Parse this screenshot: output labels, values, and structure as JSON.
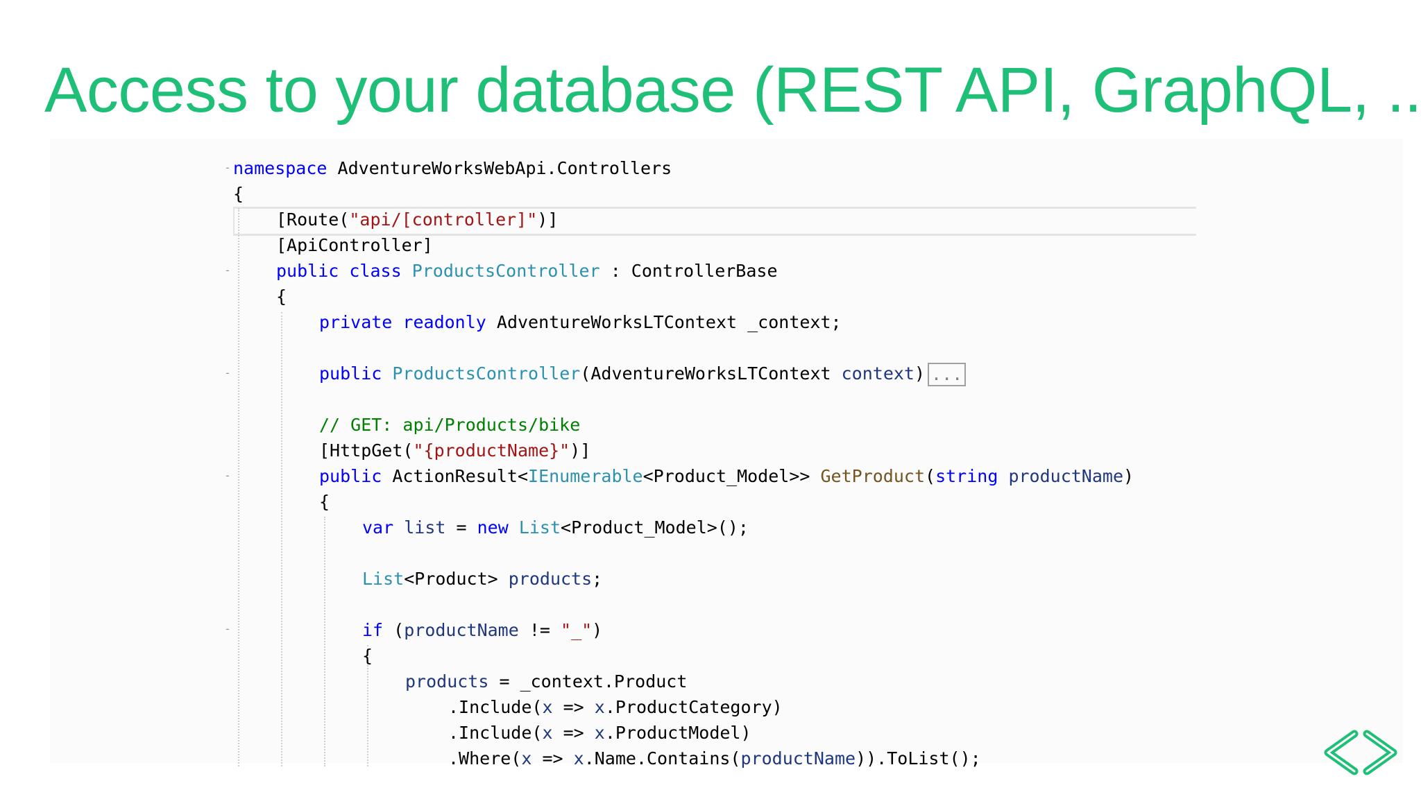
{
  "slide": {
    "title": "Access to your database (REST API, GraphQL, ...)"
  },
  "logo": {
    "icon": "code-brackets-logo",
    "color": "#1fbf78"
  },
  "code": {
    "l1": {
      "kw": "namespace",
      "rest": " AdventureWorksWebApi.Controllers"
    },
    "l2": {
      "text": "{"
    },
    "l3": {
      "a": "[Route(",
      "s": "\"api/[controller]\"",
      "b": ")]"
    },
    "l4": {
      "text": "[ApiController]"
    },
    "l5": {
      "kw1": "public",
      "kw2": "class",
      "type": "ProductsController",
      "rest": " : ControllerBase"
    },
    "l6": {
      "text": "{"
    },
    "l7": {
      "kw1": "private",
      "kw2": "readonly",
      "rest": " AdventureWorksLTContext _context;"
    },
    "l8": {
      "kw": "public",
      "type": "ProductsController",
      "a": "(AdventureWorksLTContext ",
      "par": "context",
      "b": ")",
      "collapsed": "..."
    },
    "l9": {
      "comment": "// GET: api/Products/bike"
    },
    "l10": {
      "a": "[HttpGet(",
      "s": "\"{productName}\"",
      "b": ")]"
    },
    "l11": {
      "kw": "public",
      "a": " ActionResult<",
      "type": "IEnumerable",
      "b": "<Product_Model>> ",
      "method": "GetProduct",
      "c": "(",
      "kw2": "string",
      "par": "productName",
      "d": ")"
    },
    "l12": {
      "text": "{"
    },
    "l13": {
      "kw": "var",
      "par": "list",
      "a": " = ",
      "kw2": "new",
      "type": "List",
      "b": "<Product_Model>();"
    },
    "l14": {
      "type": "List",
      "a": "<Product> ",
      "par": "products",
      "b": ";"
    },
    "l15": {
      "kw": "if",
      "a": " (",
      "par": "productName",
      "b": " != ",
      "s": "\"_\"",
      "c": ")"
    },
    "l16": {
      "text": "{"
    },
    "l17": {
      "par": "products",
      "a": " = _context.Product"
    },
    "l18": {
      "a": ".Include(",
      "p1": "x",
      "b": " => ",
      "p2": "x",
      "c": ".ProductCategory)"
    },
    "l19": {
      "a": ".Include(",
      "p1": "x",
      "b": " => ",
      "p2": "x",
      "c": ".ProductModel)"
    },
    "l20": {
      "a": ".Where(",
      "p1": "x",
      "b": " => ",
      "p2": "x",
      "c": ".Name.Contains(",
      "p3": "productName",
      "d": ")).ToList();"
    },
    "fold_marker": "-"
  }
}
